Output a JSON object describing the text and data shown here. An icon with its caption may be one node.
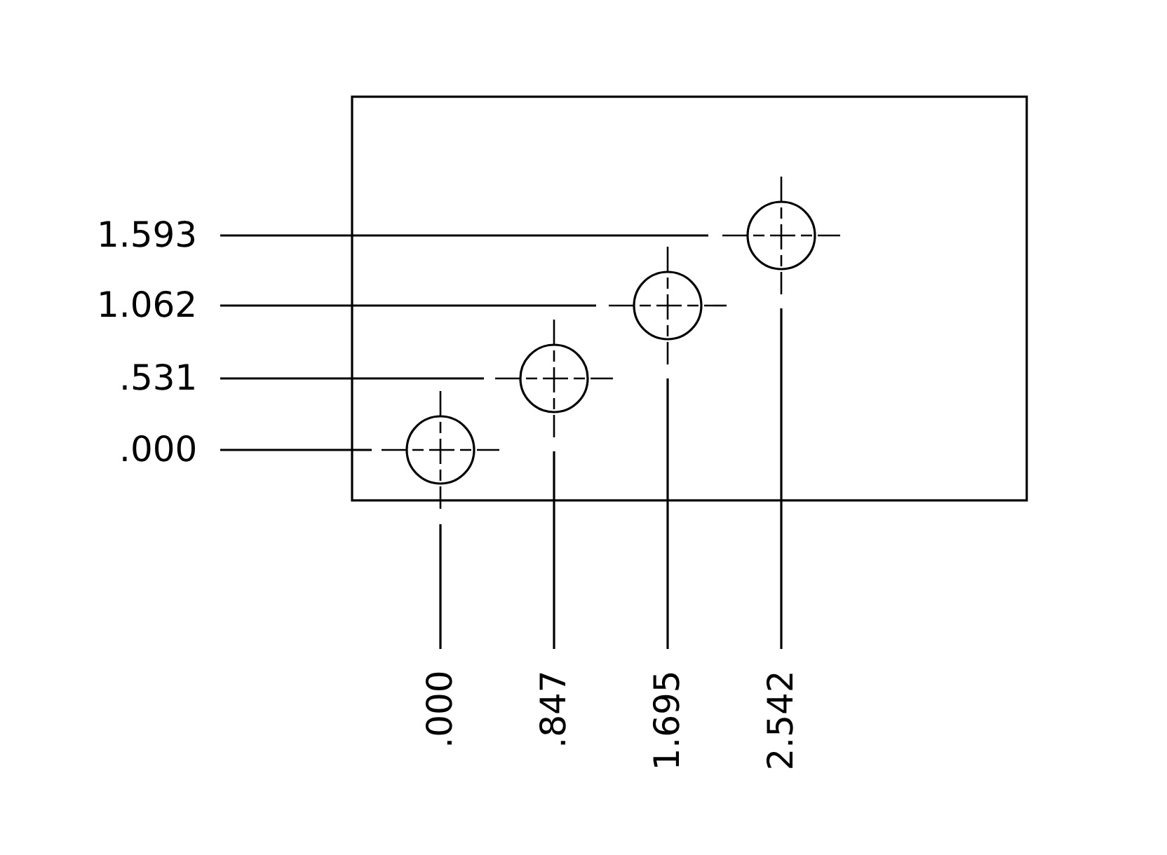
{
  "diagram": {
    "labels": [
      "1.593",
      "1.062",
      ".531",
      ".000",
      ".000",
      ".847",
      "1.695",
      "2.542"
    ]
  }
}
